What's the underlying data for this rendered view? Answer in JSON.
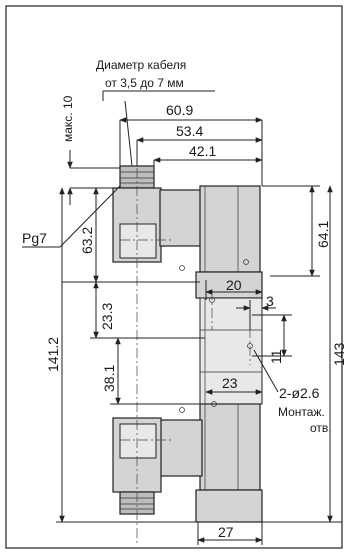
{
  "annotations": {
    "cable_diameter_line1": "Диаметр кабеля",
    "cable_diameter_line2": "от 3,5 до 7 мм",
    "max_label": "макс. 10",
    "thread": "Pg7",
    "holes": "2-ø2.6",
    "mount_line1": "Монтаж.",
    "mount_line2": "отв."
  },
  "dimensions": {
    "w609": "60.9",
    "w534": "53.4",
    "w421": "42.1",
    "w20": "20",
    "w3": "3",
    "w11": "11",
    "w23": "23",
    "w27": "27",
    "h632": "63.2",
    "h233": "23.3",
    "h1412": "141.2",
    "h381": "38.1",
    "h641": "64.1",
    "h143": "143"
  }
}
